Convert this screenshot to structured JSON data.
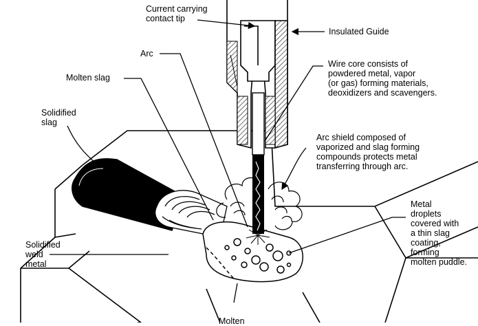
{
  "labels": {
    "contact_tip": "Current carrying\ncontact tip",
    "insulated_guide": "Insulated Guide",
    "arc": "Arc",
    "molten_slag": "Molten slag",
    "wire_core": "Wire core consists of\npowdered metal, vapor\n(or gas) forming materials,\ndeoxidizers and scavengers.",
    "solidified_slag": "Solidified\nslag",
    "arc_shield": "Arc shield composed of\nvaporized and slag forming\ncompounds protects metal\ntransferring through arc.",
    "metal_droplets": "Metal\ndroplets\ncovered with\na thin slag\ncoating,\nforming\nmolten puddle.",
    "solidified_weld_metal": "Solidified\nweld\nmetal",
    "molten_metal_partial": "Molten"
  },
  "colors": {
    "ink": "#000000",
    "paper": "#ffffff",
    "hatch": "#333333"
  }
}
